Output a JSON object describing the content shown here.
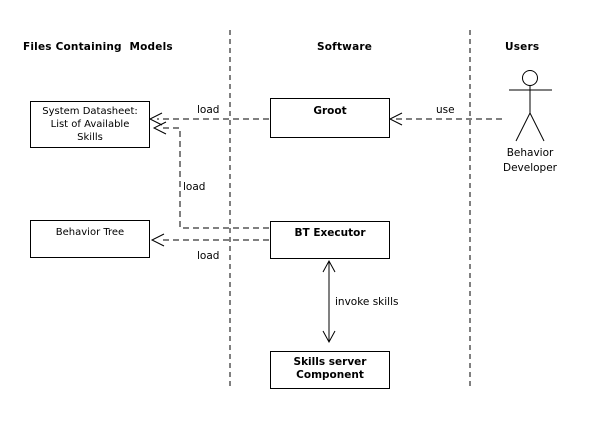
{
  "columns": [
    {
      "label": "Files Containing  Models"
    },
    {
      "label": "Software"
    },
    {
      "label": "Users"
    }
  ],
  "nodes": {
    "system_datasheet": {
      "lines": [
        "System Datasheet:",
        "List of Available",
        "Skills"
      ]
    },
    "behavior_tree": {
      "label": "Behavior Tree"
    },
    "groot": {
      "label": "Groot"
    },
    "bt_executor": {
      "label": "BT Executor"
    },
    "skills_server": {
      "lines": [
        "Skills server",
        "Component"
      ]
    }
  },
  "actor": {
    "name_lines": [
      "Behavior",
      "Developer"
    ]
  },
  "edges": {
    "use": {
      "label": "use",
      "from": "Behavior Developer",
      "to": "Groot"
    },
    "load_groot_datasheet": {
      "label": "load",
      "from": "Groot",
      "to": "System Datasheet"
    },
    "load_executor_datasheet": {
      "label": "load",
      "from": "BT Executor",
      "to": "System Datasheet"
    },
    "load_executor_tree": {
      "label": "load",
      "from": "BT Executor",
      "to": "Behavior Tree"
    },
    "invoke_skills": {
      "label": "invoke skills",
      "from": "BT Executor",
      "to": "Skills server Component"
    }
  },
  "colors": {
    "line": "#000000",
    "background": "#ffffff",
    "text": "#000000"
  }
}
